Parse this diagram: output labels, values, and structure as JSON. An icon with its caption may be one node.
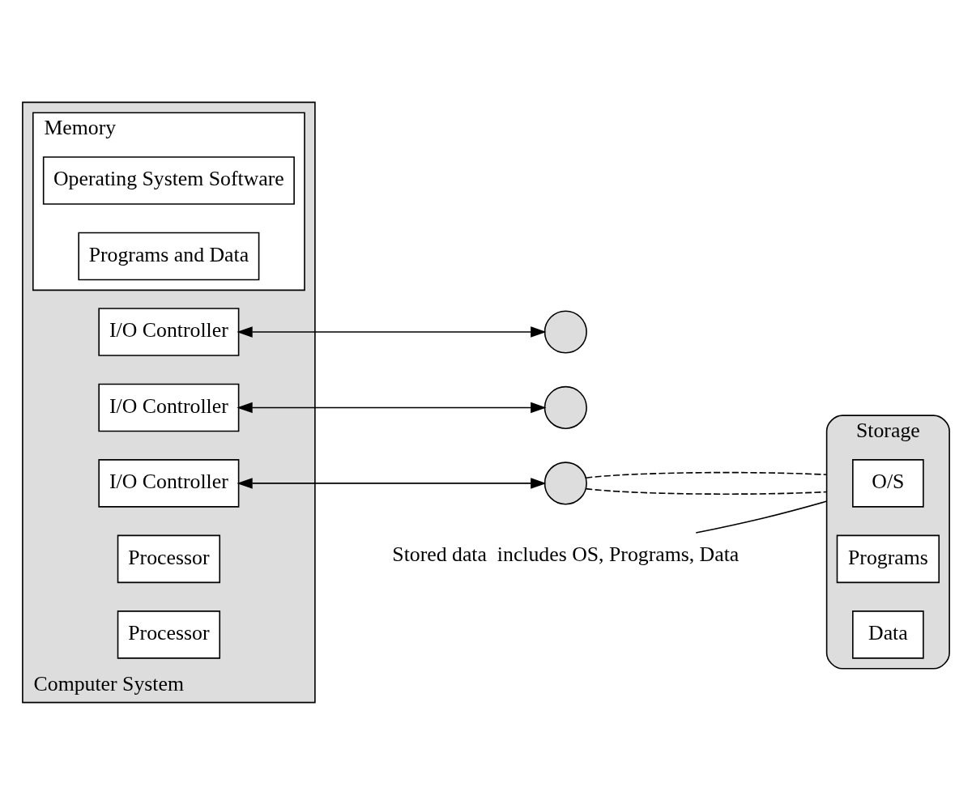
{
  "diagram": {
    "nodes": [
      {
        "text": [
          "Computer System"
        ]
      },
      {
        "text": [
          "Memory"
        ],
        "in": 0
      },
      {
        "text": [
          "Operating System Software"
        ],
        "in": 1
      },
      {
        "text": [
          "Programs and Data"
        ],
        "in": 1
      },
      {
        "text": [
          "I/O Controller"
        ],
        "in": 0
      },
      {
        "text": [
          "I/O Controller"
        ],
        "in": 0
      },
      {
        "text": [
          "I/O Controller"
        ],
        "in": 0
      },
      {
        "text": [
          "Processor"
        ],
        "in": 0
      },
      {
        "text": [
          "Processor"
        ],
        "in": 0
      },
      {
        "text": [],
        "shape": "circle"
      },
      {
        "text": [],
        "shape": "circle"
      },
      {
        "text": [],
        "shape": "circle"
      },
      {
        "text": [
          "Storage"
        ]
      },
      {
        "text": [
          "O/S"
        ],
        "in": 12
      },
      {
        "text": [
          "Programs"
        ],
        "in": 12
      },
      {
        "text": [
          "Data"
        ],
        "in": 12
      },
      {
        "text": [
          "Stored data  includes OS, Programs, Data"
        ]
      }
    ],
    "edges": [
      {
        "from": 4,
        "to": 9,
        "arrow": "both"
      },
      {
        "from": 5,
        "to": 10,
        "arrow": "both"
      },
      {
        "from": 6,
        "to": 11,
        "arrow": "both"
      },
      {
        "from": 11,
        "to": 12,
        "arrow": "none",
        "style": "dashed"
      },
      {
        "from": 11,
        "to": 12,
        "arrow": "none",
        "style": "dashed"
      },
      {
        "from": 16,
        "to": 12,
        "arrow": "none"
      }
    ]
  }
}
